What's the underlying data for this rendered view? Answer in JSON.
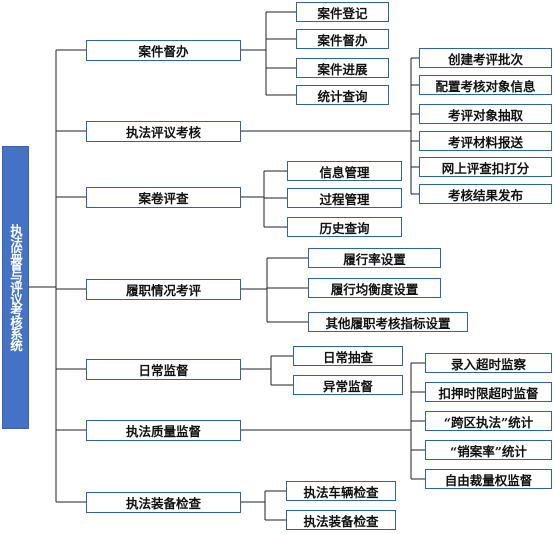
{
  "root": "执法监督与评议考核系统",
  "branches": [
    {
      "label": "案件督办",
      "children": [
        "案件登记",
        "案件督办",
        "案件进展",
        "统计查询"
      ]
    },
    {
      "label": "执法评议考核",
      "children": [
        "创建考评批次",
        "配置考核对象信息",
        "考评对象抽取",
        "考评材料报送",
        "网上评查扣打分",
        "考核结果发布"
      ]
    },
    {
      "label": "案卷评查",
      "children": [
        "信息管理",
        "过程管理",
        "历史查询"
      ]
    },
    {
      "label": "履职情况考评",
      "children": [
        "履行率设置",
        "履行均衡度设置",
        "其他履职考核指标设置"
      ]
    },
    {
      "label": "日常监督",
      "children": [
        "日常抽查",
        "异常监督"
      ]
    },
    {
      "label": "执法质量监督",
      "children": [
        "录入超时监察",
        "扣押时限超时监督",
        "“跨区执法”统计",
        "“销案率”统计",
        "自由裁量权监督"
      ]
    },
    {
      "label": "执法装备检查",
      "children": [
        "执法车辆检查",
        "执法装备检查"
      ]
    }
  ],
  "colors": {
    "root_fill": "#4472c4",
    "box_border": "#2f63a8",
    "line": "#222222"
  }
}
